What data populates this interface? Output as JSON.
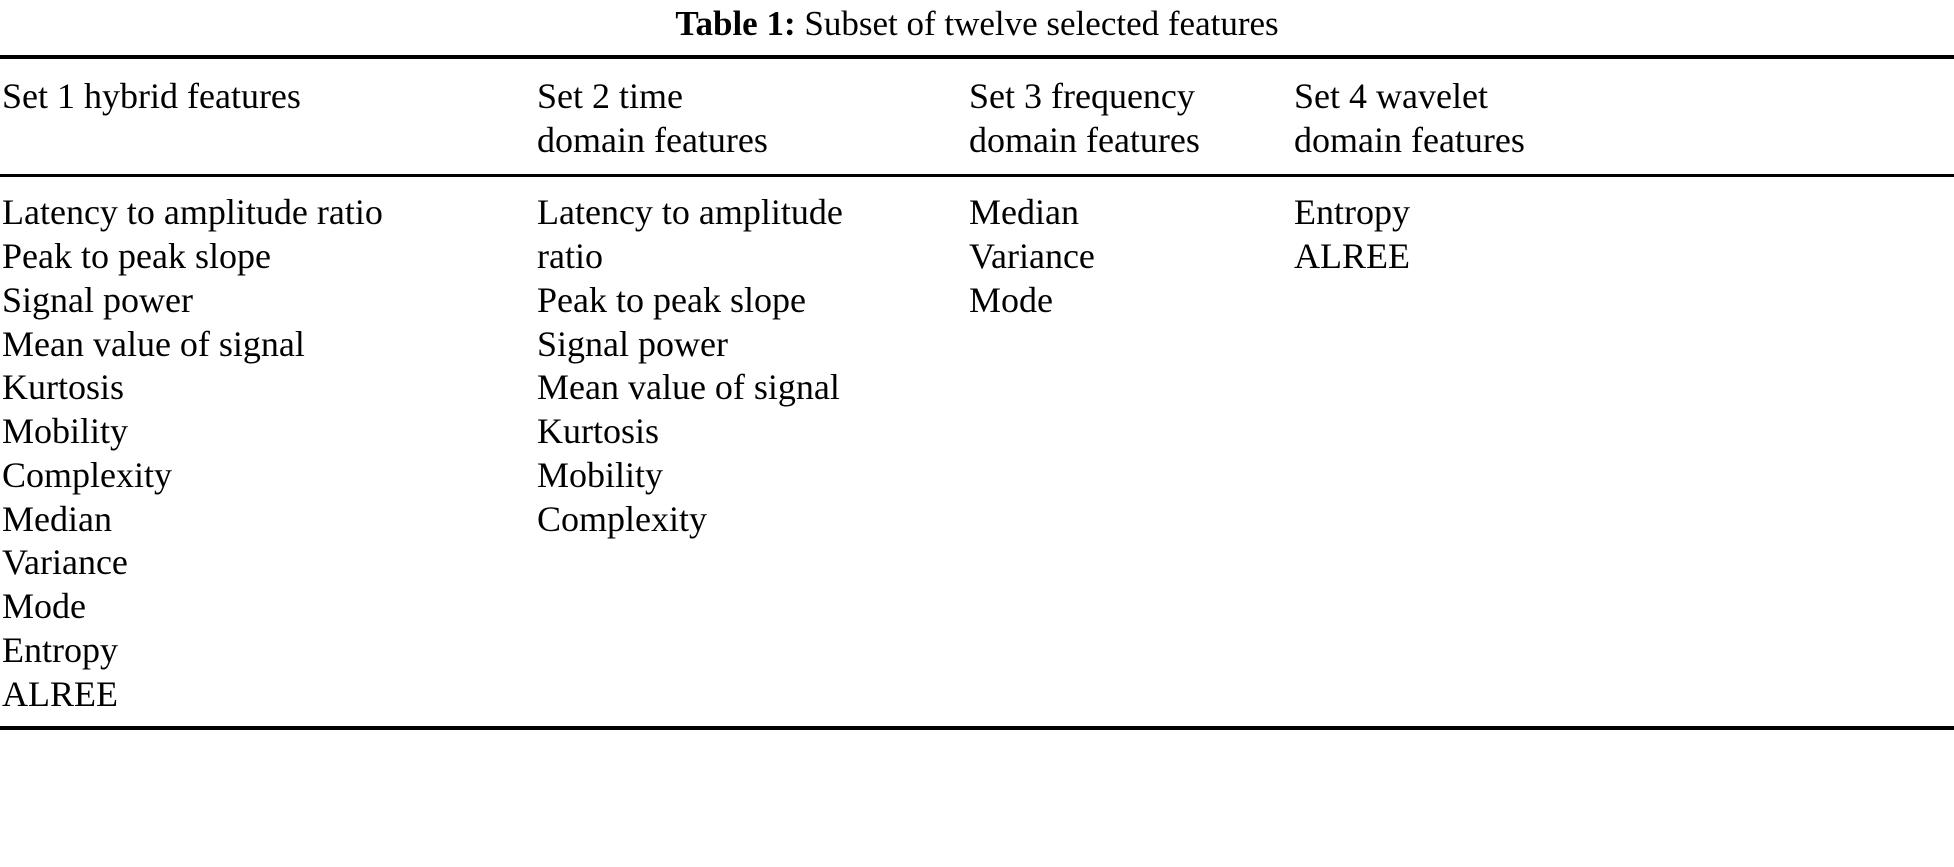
{
  "caption": {
    "label": "Table 1:",
    "text": "Subset of twelve selected features"
  },
  "table": {
    "columns": [
      {
        "id": "set-1",
        "header_lines": [
          "Set 1 hybrid features"
        ],
        "items": [
          "Latency to amplitude ratio",
          "Peak to peak slope",
          "Signal power",
          "Mean value of signal",
          "Kurtosis",
          "Mobility",
          "Complexity",
          "Median",
          "Variance",
          "Mode",
          "Entropy",
          "ALREE"
        ]
      },
      {
        "id": "set-2",
        "header_lines": [
          "Set 2 time",
          "domain features"
        ],
        "items": [
          "Latency to amplitude ratio",
          "Peak to peak slope",
          "Signal power",
          "Mean value of signal",
          "Kurtosis",
          "Mobility",
          "Complexity"
        ]
      },
      {
        "id": "set-3",
        "header_lines": [
          "Set 3 frequency",
          "domain features"
        ],
        "items": [
          "Median",
          "Variance",
          "Mode"
        ]
      },
      {
        "id": "set-4",
        "header_lines": [
          "Set 4 wavelet",
          "domain features"
        ],
        "items": [
          "Entropy",
          "ALREE"
        ]
      }
    ]
  }
}
